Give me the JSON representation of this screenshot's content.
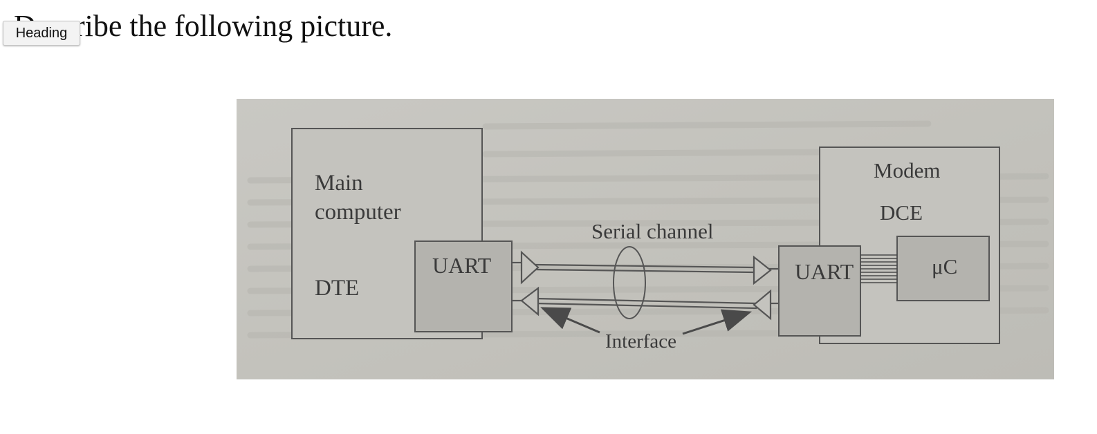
{
  "question": {
    "text": "Describe the following picture.",
    "tag_label": "Heading"
  },
  "figure": {
    "main_computer_label_line1": "Main",
    "main_computer_label_line2": "computer",
    "dte_label": "DTE",
    "left_uart_label": "UART",
    "serial_channel_label": "Serial channel",
    "interface_label": "Interface",
    "modem_label": "Modem",
    "dce_label": "DCE",
    "right_uart_label": "UART",
    "microcontroller_label": "μC"
  },
  "colors": {
    "photo_background": "#c7c6c1",
    "line_color": "#5a5a5a",
    "uart_fill": "#b4b3ae",
    "text_color": "#3a3a3a"
  }
}
